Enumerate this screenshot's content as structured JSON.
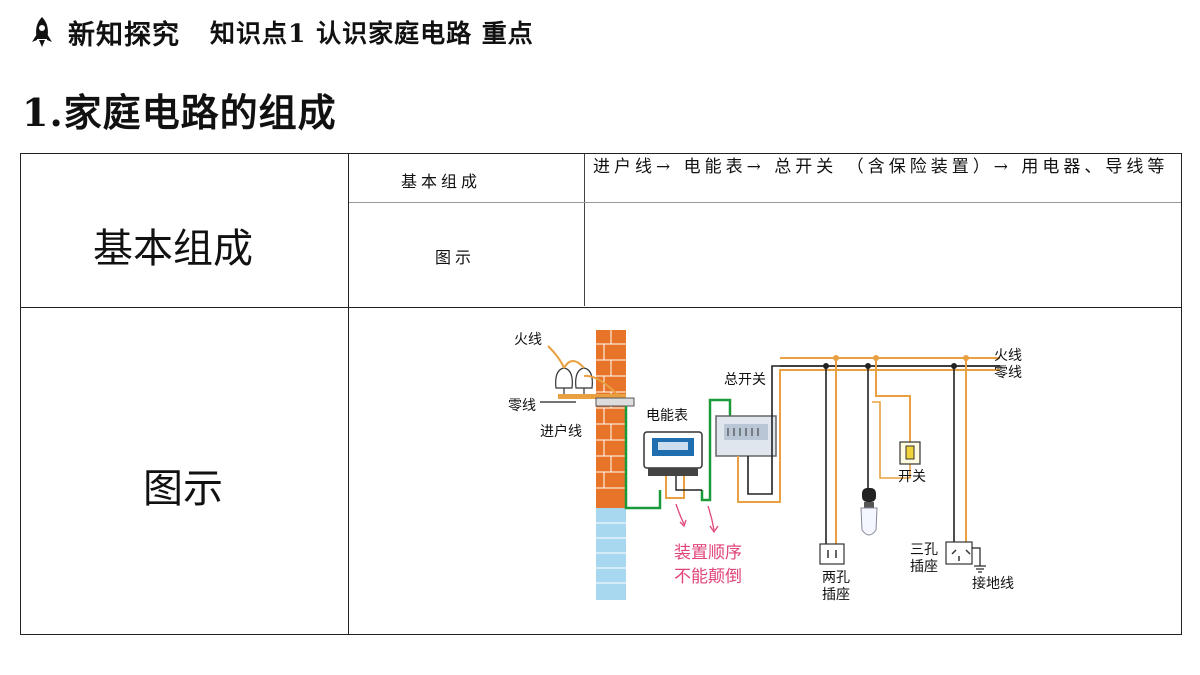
{
  "header": {
    "icon": "rocket-icon",
    "section": "新知探究",
    "knowledge_point": "知识点1 认识家庭电路 重点"
  },
  "heading": "1.家庭电路的组成",
  "table": {
    "row1_label": "基本组成",
    "row2_label": "图示",
    "inner": {
      "row1_label": "基本组成",
      "row1_content": "进户线→ 电能表→ 总开关 （含保险装置）→ 用电器、导线等",
      "row2_label": "图示"
    }
  },
  "diagram": {
    "labels": {
      "fire_wire_left": "火线",
      "zero_wire_left": "零线",
      "entry_wire": "进户线",
      "meter": "电能表",
      "main_switch": "总开关",
      "fire_wire_right": "火线",
      "zero_wire_right": "零线",
      "switch": "开关",
      "two_hole_1": "两孔",
      "two_hole_2": "插座",
      "three_hole_1": "三孔",
      "three_hole_2": "插座",
      "ground": "接地线",
      "note_1": "装置顺序",
      "note_2": "不能颠倒"
    },
    "colors": {
      "fire": "#e8a040",
      "zero": "#222222",
      "ground": "#1a9a3a",
      "note": "#e0457a",
      "brick": "#e8742a",
      "tile": "#a8d8f0"
    }
  }
}
